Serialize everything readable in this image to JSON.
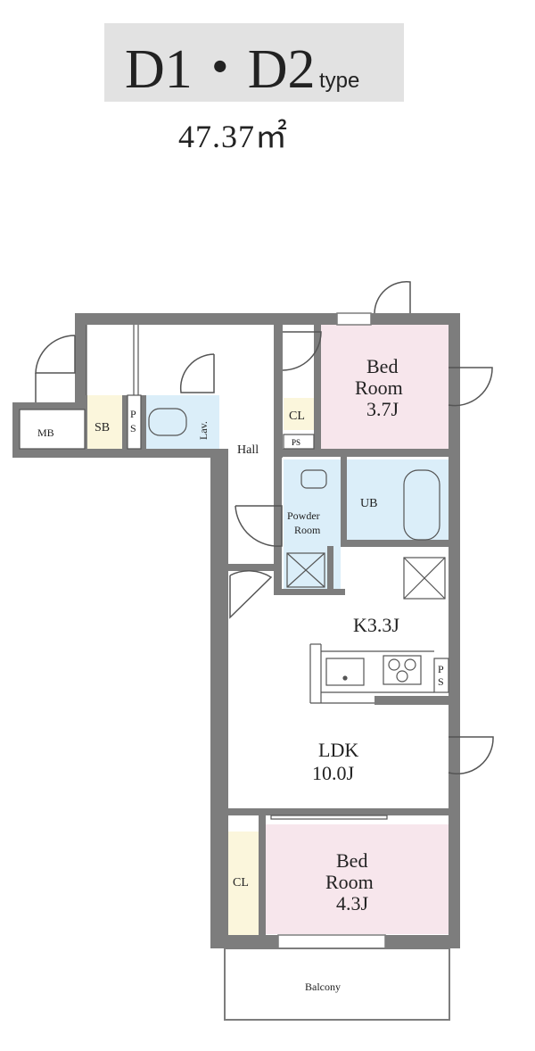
{
  "header": {
    "title": "D1・D2",
    "type_suffix": "type",
    "area": "47.37㎡"
  },
  "rooms": {
    "bed_room_1": {
      "label_line1": "Bed",
      "label_line2": "Room",
      "label_line3": "3.7J"
    },
    "bed_room_2": {
      "label_line1": "Bed",
      "label_line2": "Room",
      "label_line3": "4.3J"
    },
    "ldk": {
      "label_line1": "LDK",
      "label_line2": "10.0J"
    },
    "kitchen": {
      "label": "K3.3J"
    },
    "hall": {
      "label": "Hall"
    },
    "ub": {
      "label": "UB"
    },
    "powder_room": {
      "label_line1": "Powder",
      "label_line2": "Room"
    },
    "balcony": {
      "label": "Balcony"
    },
    "mb": {
      "label": "MB"
    },
    "sb": {
      "label": "SB"
    },
    "ps_entry": {
      "label_line1": "P",
      "label_line2": "S"
    },
    "lav": {
      "label": "Lav."
    },
    "cl_bed1": {
      "label": "CL"
    },
    "ps_bed1": {
      "label": "PS"
    },
    "cl_bed2": {
      "label": "CL"
    },
    "ps_kitchen": {
      "label_line1": "P",
      "label_line2": "S"
    }
  },
  "colors": {
    "wall": "#7d7d7d",
    "bedroom_fill": "#f7e6ec",
    "wet_fill": "#dbeef9",
    "storage_fill": "#fbf6dc",
    "header_band": "#e2e2e2"
  }
}
